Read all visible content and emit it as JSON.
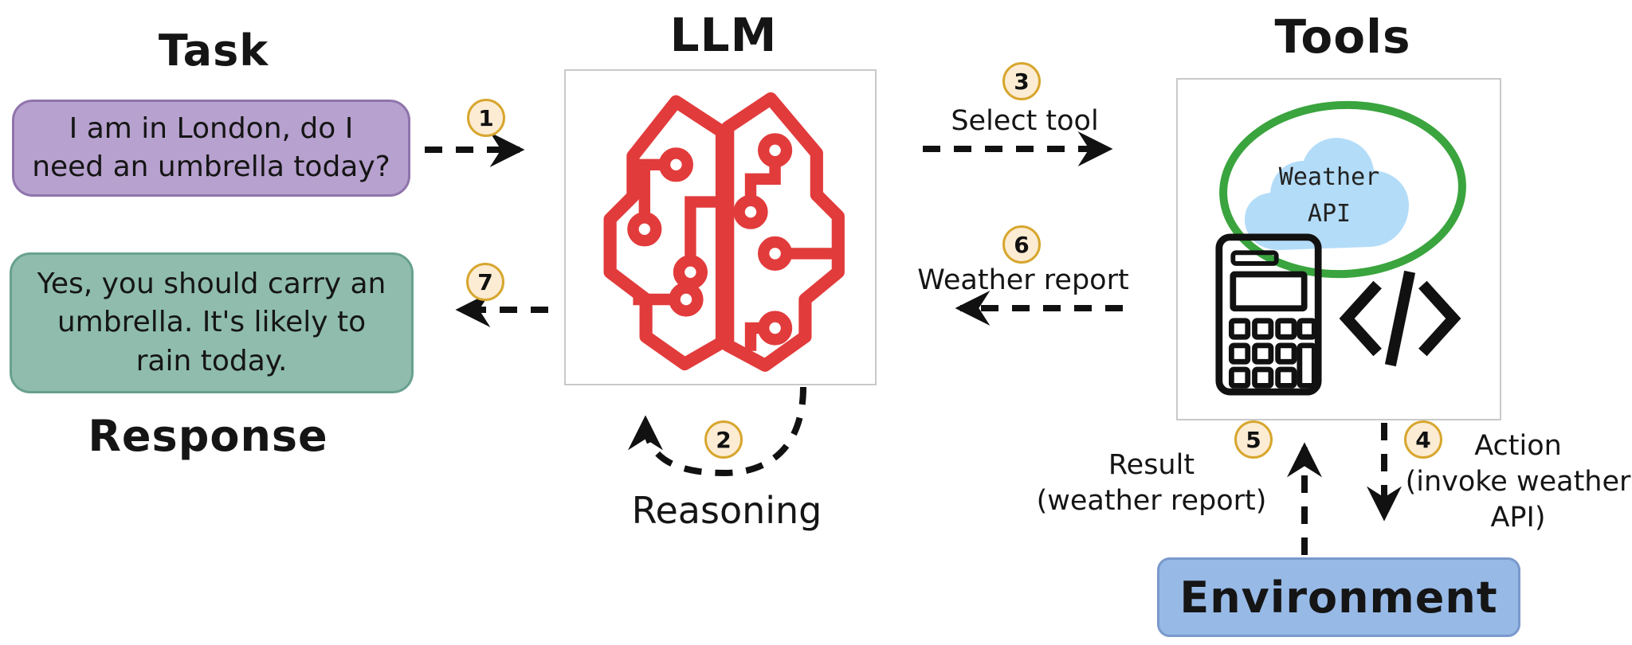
{
  "colors": {
    "purple_fill": "#b7a1ce",
    "purple_border": "#8f74ac",
    "green_fill": "#8fbcad",
    "green_border": "#69a090",
    "blue_fill": "#97b9e6",
    "blue_border": "#7a99cc",
    "badge_fill": "#fcecd4",
    "badge_border": "#d7a62e",
    "brain_red": "#e23b3b",
    "circle_green": "#3aa43e",
    "cloud_blue": "#b3dcf8",
    "box_border": "#c9c9c9",
    "ink": "#151515"
  },
  "task": {
    "title": "Task",
    "lines": [
      "I am in London, do I",
      "need an umbrella today?"
    ]
  },
  "response": {
    "title": "Response",
    "lines": [
      "Yes, you should carry an",
      "umbrella. It's likely to",
      "rain today."
    ]
  },
  "llm": {
    "title": "LLM"
  },
  "tools": {
    "title": "Tools",
    "cloud_lines": [
      "Weather",
      "API"
    ]
  },
  "environment": {
    "label": "Environment"
  },
  "steps": {
    "s1": "1",
    "s2": "2",
    "s3": "3",
    "s4": "4",
    "s5": "5",
    "s6": "6",
    "s7": "7"
  },
  "labels": {
    "select_tool": "Select tool",
    "weather_report": "Weather report",
    "reasoning": "Reasoning",
    "result": [
      "Result",
      "(weather report)"
    ],
    "action": [
      "Action",
      "(invoke weather",
      "API)"
    ]
  }
}
